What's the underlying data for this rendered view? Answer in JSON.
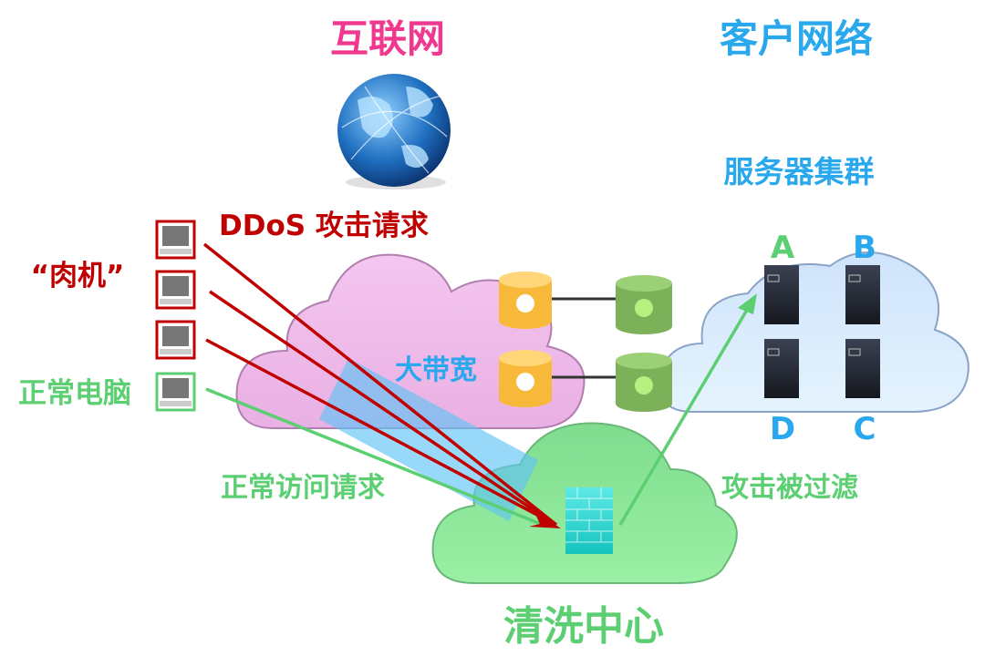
{
  "titles": {
    "internet": "互联网",
    "customer_network": "客户网络",
    "server_cluster": "服务器集群",
    "scrubbing_center": "清洗中心"
  },
  "labels": {
    "ddos_request": "DDoS 攻击请求",
    "zombie": "“肉机”",
    "normal_pc": "正常电脑",
    "big_bandwidth": "大带宽",
    "normal_request": "正常访问请求",
    "attack_filtered": "攻击被过滤"
  },
  "servers": [
    "A",
    "B",
    "D",
    "C"
  ],
  "colors": {
    "internet": "#f0388f",
    "blue": "#2aa8ee",
    "attack": "#c00000",
    "normal": "#5ccf72"
  }
}
